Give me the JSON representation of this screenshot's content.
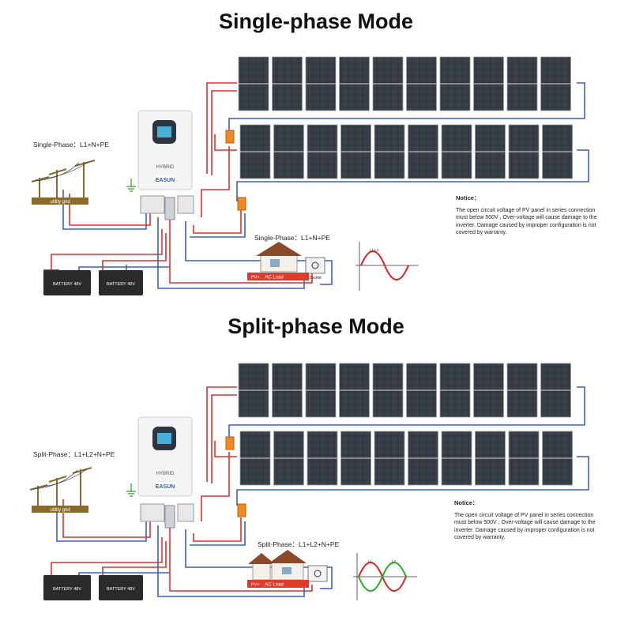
{
  "titles": {
    "single": "Single-phase Mode",
    "split": "Split-phase Mode"
  },
  "single": {
    "grid_label": "Single-Phase：L1+N+PE",
    "grid_name": "utility grid",
    "load_label": "Single-Phase：L1+N+PE",
    "inverter_text": "HYBRID",
    "inverter_brand": "EASUN",
    "battery_left": "BATTERY 48V",
    "battery_right": "BATTERY 48V",
    "pv_tag": "PV+",
    "ac_load": "AC Load",
    "socket": "Socket",
    "wave_label": "L1  L2"
  },
  "split": {
    "grid_label": "Split-Phase：L1+L2+N+PE",
    "grid_name": "utility grid",
    "load_label": "Split-Phase：L1+L2+N+PE",
    "inverter_text": "HYBRID",
    "inverter_brand": "EASUN",
    "battery_left": "BATTERY 48V",
    "battery_right": "BATTERY 48V",
    "pv_tag": "PV+",
    "ac_load": "AC Load",
    "wave_label_1": "L1",
    "wave_label_2": "L2"
  },
  "notice": {
    "heading": "Notice：",
    "body": "The open circuit voltage of PV panel in series connection must below 500V , Over-voltage will cause damage to the inverter. Damage caused by improper configuration is not covered by warranty."
  },
  "colors": {
    "wire_red": "#e03030",
    "wire_blue": "#3a5fc8",
    "panel": "#2b2f36",
    "battery": "#2a2a2a",
    "grid_pole": "#8a6a2a",
    "house_roof": "#8a4a2a",
    "wave_red": "#e02020",
    "wave_green": "#20b020"
  }
}
